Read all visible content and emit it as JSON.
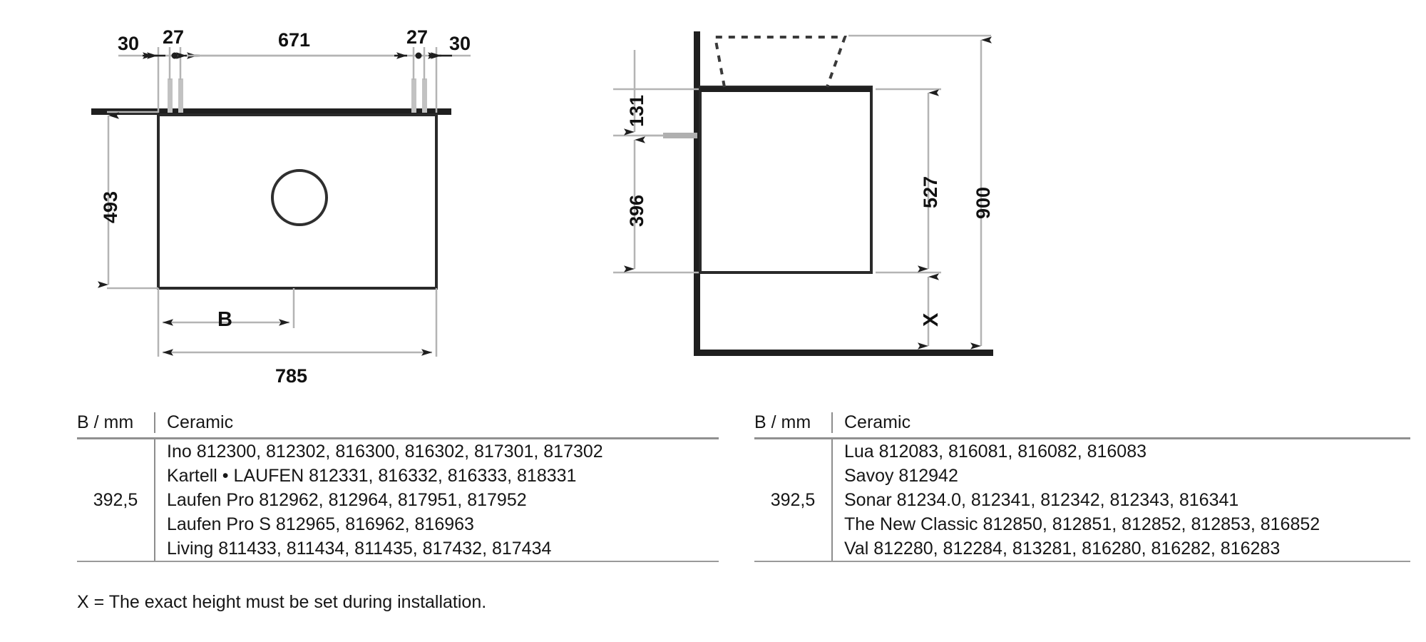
{
  "document": {
    "type": "technical-drawing",
    "title": "Vanity unit dimensional drawing",
    "units": "mm"
  },
  "front_view": {
    "name": "front-view",
    "dimensions": {
      "left_edge_offset": "30",
      "left_hole_spacing": "27",
      "hole_to_hole": "671",
      "right_hole_spacing": "27",
      "right_edge_offset": "30",
      "height": "493",
      "width_label": "B",
      "total_width": "785"
    }
  },
  "side_view": {
    "name": "side-view",
    "dimensions": {
      "top_to_handle": "131",
      "unit_depth_height": "396",
      "unit_top_to_floor": "527",
      "total_height": "900",
      "adjustable_gap": "X"
    }
  },
  "table_left": {
    "name": "ceramic-table-left",
    "headers": {
      "b": "B / mm",
      "ceramic": "Ceramic"
    },
    "b_value": "392,5",
    "ceramic_lines": [
      "Ino 812300, 812302, 816300, 816302, 817301, 817302",
      "Kartell • LAUFEN 812331, 816332, 816333, 818331",
      "Laufen Pro 812962, 812964, 817951, 817952",
      "Laufen Pro S 812965, 816962, 816963",
      "Living 811433, 811434, 811435, 817432, 817434"
    ]
  },
  "table_right": {
    "name": "ceramic-table-right",
    "headers": {
      "b": "B / mm",
      "ceramic": "Ceramic"
    },
    "b_value": "392,5",
    "ceramic_lines": [
      "Lua 812083, 816081, 816082, 816083",
      "Savoy 812942",
      "Sonar 81234.0, 812341, 812342, 812343, 816341",
      "The New Classic 812850, 812851, 812852, 812853, 816852",
      "Val 812280, 812284, 813281, 816280, 816282, 816283"
    ]
  },
  "footnote": {
    "text": "X = The exact height must be set during installation."
  },
  "colors": {
    "line_heavy": "#1f1f1f",
    "line_dim": "#b4b4b4",
    "line_rule": "#909090",
    "text": "#161616",
    "faucet_gray": "#bdbdbd"
  }
}
